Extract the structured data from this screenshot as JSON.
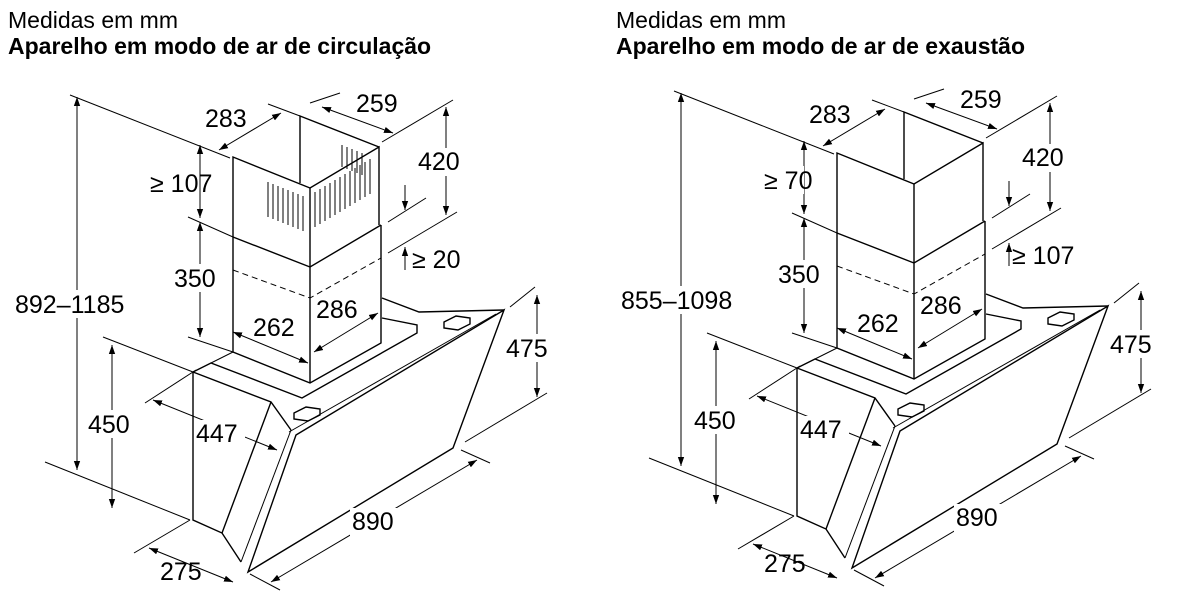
{
  "left": {
    "subtitle": "Medidas em mm",
    "title": "Aparelho em modo de ar de circulação",
    "dims": {
      "total_height": "892–1185",
      "hood_height": "450",
      "chimney_upper_min": "≥ 107",
      "chimney_lower": "350",
      "chimney_depth_top": "283",
      "chimney_width_top": "259",
      "chimney_upper": "420",
      "overlap_min": "≥ 20",
      "chimney_width": "286",
      "chimney_depth": "262",
      "glass_height": "475",
      "hood_depth": "447",
      "hood_width": "890",
      "base_depth": "275"
    }
  },
  "right": {
    "subtitle": "Medidas em mm",
    "title": "Aparelho em modo de ar de exaustão",
    "dims": {
      "total_height": "855–1098",
      "hood_height": "450",
      "chimney_upper_min": "≥ 70",
      "chimney_lower": "350",
      "chimney_depth_top": "283",
      "chimney_width_top": "259",
      "chimney_upper": "420",
      "overlap_min": "≥ 107",
      "chimney_width": "286",
      "chimney_depth": "262",
      "glass_height": "475",
      "hood_depth": "447",
      "hood_width": "890",
      "base_depth": "275"
    }
  }
}
